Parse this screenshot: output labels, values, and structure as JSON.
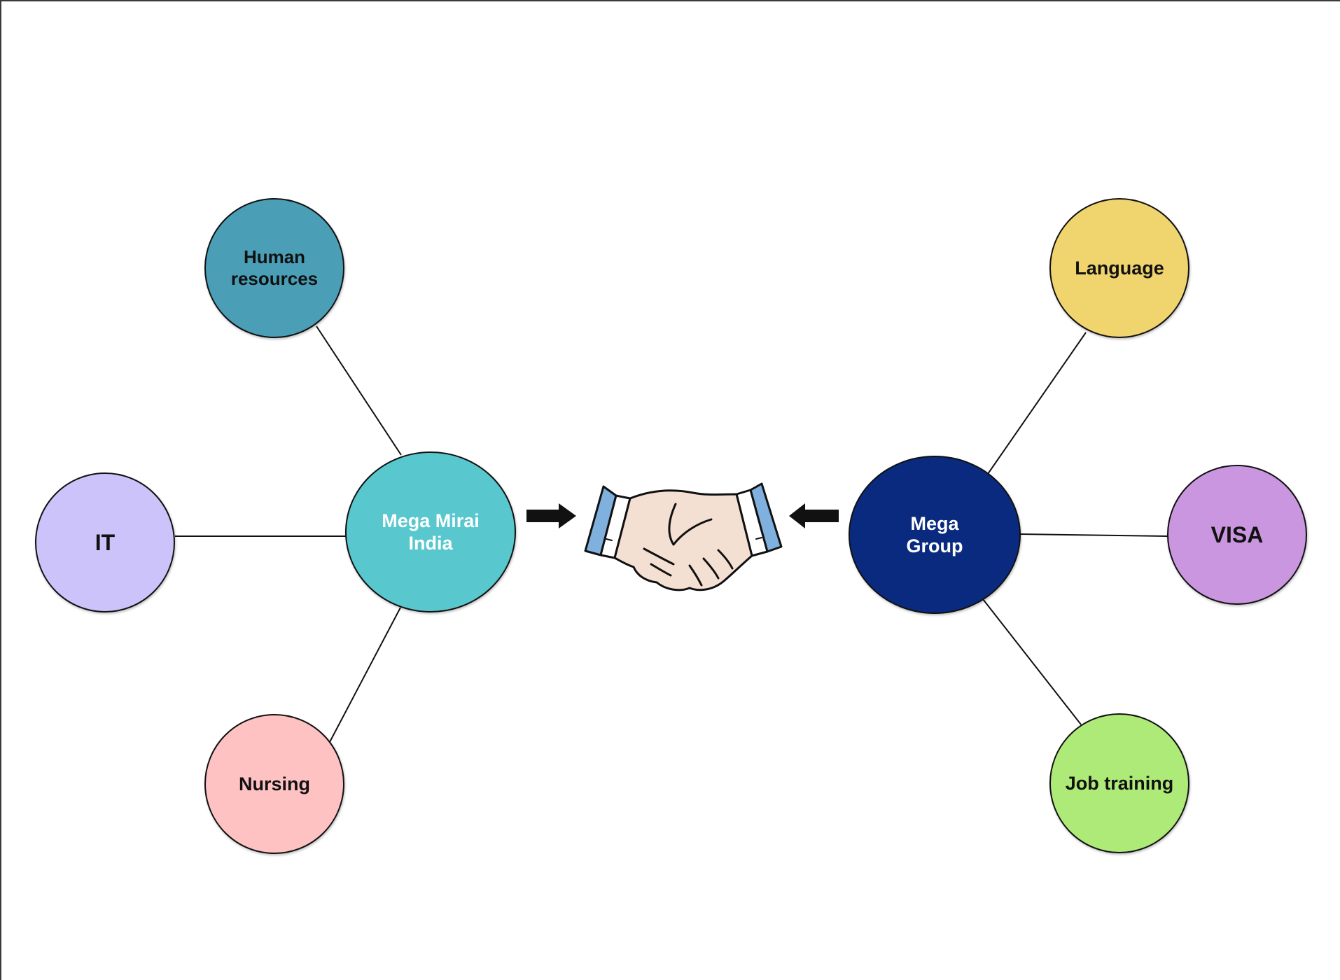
{
  "left_hub": {
    "label_line1": "Mega Mirai",
    "label_line2": "India",
    "fill": "#58C8CE",
    "text_color": "#ffffff"
  },
  "right_hub": {
    "label_line1": "Mega",
    "label_line2": "Group",
    "fill": "#0A2A80",
    "text_color": "#ffffff"
  },
  "left_nodes": {
    "human_resources": {
      "label_line1": "Human",
      "label_line2": "resources",
      "fill": "#4A9EB6"
    },
    "it": {
      "label": "IT",
      "fill": "#CCC3FB"
    },
    "nursing": {
      "label": "Nursing",
      "fill": "#FEC2C3"
    }
  },
  "right_nodes": {
    "language": {
      "label": "Language",
      "fill": "#F0D46E"
    },
    "visa": {
      "label": "VISA",
      "fill": "#CA96E0"
    },
    "job_training": {
      "label": "Job training",
      "fill": "#AEEA78"
    }
  },
  "center_icon": "handshake-icon",
  "arrows": {
    "left": "arrow-right-icon",
    "right": "arrow-left-icon"
  }
}
